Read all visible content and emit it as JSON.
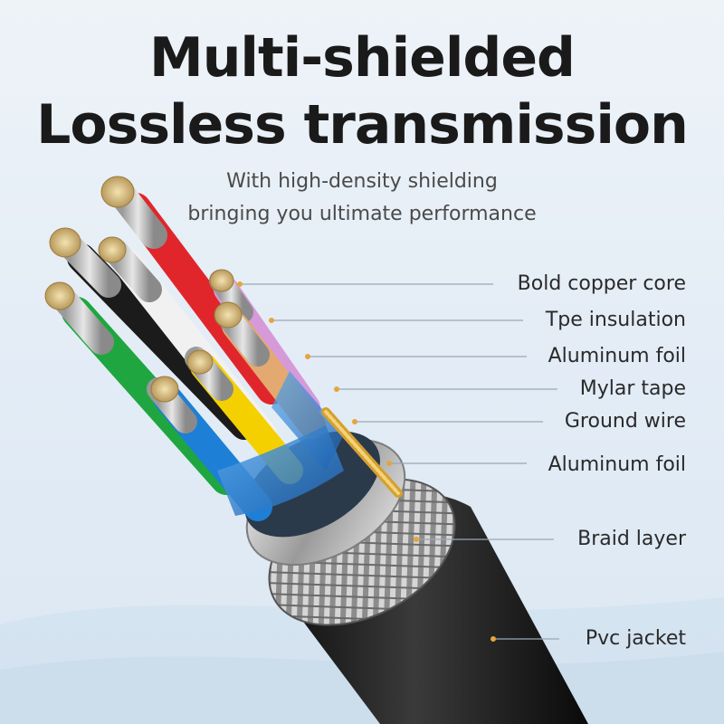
{
  "header": {
    "title_line1": "Multi-shielded",
    "title_line2": "Lossless transmission",
    "subtitle_line1": "With high-density shielding",
    "subtitle_line2": "bringing you ultimate performance"
  },
  "layers": [
    {
      "label": "Bold copper core"
    },
    {
      "label": "Tpe insulation"
    },
    {
      "label": "Aluminum foil"
    },
    {
      "label": "Mylar tape"
    },
    {
      "label": "Ground wire"
    },
    {
      "label": "Aluminum foil"
    },
    {
      "label": "Braid layer"
    },
    {
      "label": "Pvc jacket"
    }
  ],
  "wire_colors": {
    "red": "#e0262a",
    "black": "#1b1b1b",
    "white": "#f1f1f1",
    "green": "#1fa640",
    "blue": "#1d7fd6",
    "yellow": "#f5d000",
    "purple": "#d69ad8",
    "orange": "#e3a971",
    "jacket": "#1c1c1c",
    "copper": "#d4a030"
  }
}
